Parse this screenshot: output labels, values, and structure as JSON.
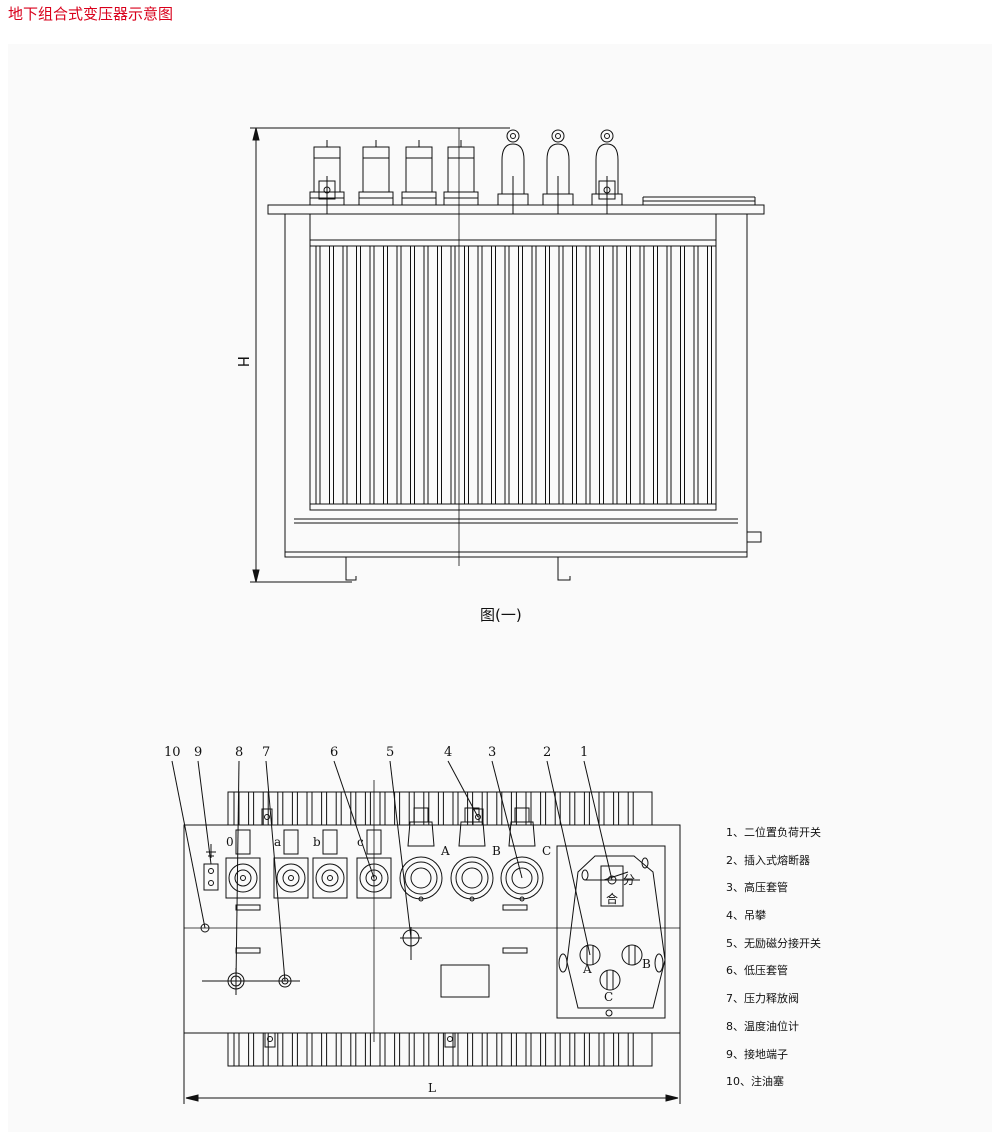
{
  "page_title": "地下组合式变压器示意图",
  "figure1": {
    "caption": "图(一)",
    "height_label": "H"
  },
  "figure2": {
    "length_label": "L",
    "callouts": [
      "10",
      "9",
      "8",
      "7",
      "6",
      "5",
      "4",
      "3",
      "2",
      "1"
    ],
    "terminal_labels": {
      "low": [
        "0",
        "a",
        "b",
        "c"
      ],
      "high": [
        "A",
        "B",
        "C"
      ],
      "fuse": [
        "A",
        "B",
        "C"
      ],
      "switch": [
        "分",
        "合"
      ]
    }
  },
  "legend": [
    "1、二位置负荷开关",
    "2、插入式熔断器",
    "3、高压套管",
    "4、吊攀",
    "5、无励磁分接开关",
    "6、低压套管",
    "7、压力释放阀",
    "8、温度油位计",
    "9、接地端子",
    "10、注油塞"
  ]
}
